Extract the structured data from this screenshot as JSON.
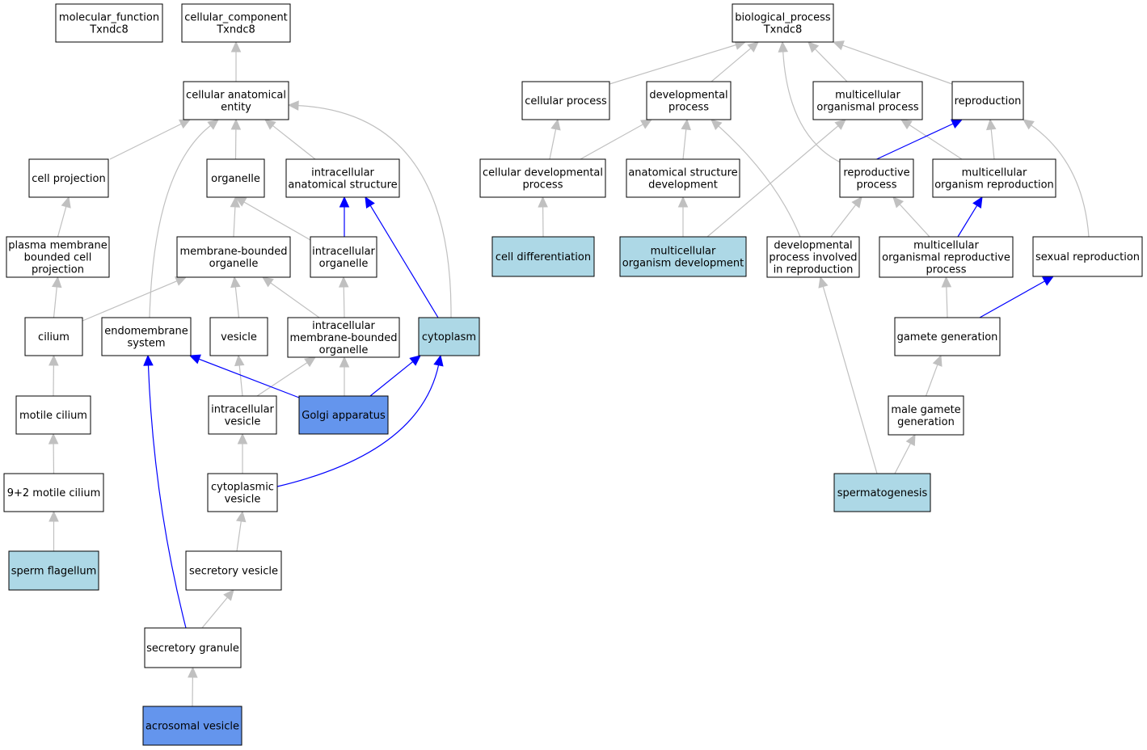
{
  "colors": {
    "edge_default": "#c0c0c0",
    "edge_highlight": "#0000ff",
    "node_default": "#ffffff",
    "node_light": "#add8e6",
    "node_dark": "#6495ed"
  },
  "nodes": [
    {
      "id": "mf",
      "lines": [
        "molecular_function",
        "Txndc8"
      ],
      "fill": "default"
    },
    {
      "id": "cc",
      "lines": [
        "cellular_component",
        "Txndc8"
      ],
      "fill": "default"
    },
    {
      "id": "cae",
      "lines": [
        "cellular anatomical",
        "entity"
      ],
      "fill": "default"
    },
    {
      "id": "cellproj",
      "lines": [
        "cell projection"
      ],
      "fill": "default"
    },
    {
      "id": "organelle",
      "lines": [
        "organelle"
      ],
      "fill": "default"
    },
    {
      "id": "ias",
      "lines": [
        "intracellular",
        "anatomical structure"
      ],
      "fill": "default"
    },
    {
      "id": "pmbcp",
      "lines": [
        "plasma membrane",
        "bounded cell",
        "projection"
      ],
      "fill": "default"
    },
    {
      "id": "mbo",
      "lines": [
        "membrane-bounded",
        "organelle"
      ],
      "fill": "default"
    },
    {
      "id": "io",
      "lines": [
        "intracellular",
        "organelle"
      ],
      "fill": "default"
    },
    {
      "id": "cilium",
      "lines": [
        "cilium"
      ],
      "fill": "default"
    },
    {
      "id": "endo",
      "lines": [
        "endomembrane",
        "system"
      ],
      "fill": "default"
    },
    {
      "id": "vesicle",
      "lines": [
        "vesicle"
      ],
      "fill": "default"
    },
    {
      "id": "imbo",
      "lines": [
        "intracellular",
        "membrane-bounded",
        "organelle"
      ],
      "fill": "default"
    },
    {
      "id": "cytoplasm",
      "lines": [
        "cytoplasm"
      ],
      "fill": "light"
    },
    {
      "id": "motile",
      "lines": [
        "motile cilium"
      ],
      "fill": "default"
    },
    {
      "id": "iv",
      "lines": [
        "intracellular",
        "vesicle"
      ],
      "fill": "default"
    },
    {
      "id": "golgi",
      "lines": [
        "Golgi apparatus"
      ],
      "fill": "dark"
    },
    {
      "id": "m92",
      "lines": [
        "9+2 motile cilium"
      ],
      "fill": "default"
    },
    {
      "id": "cv",
      "lines": [
        "cytoplasmic",
        "vesicle"
      ],
      "fill": "default"
    },
    {
      "id": "sperm_flag",
      "lines": [
        "sperm flagellum"
      ],
      "fill": "light"
    },
    {
      "id": "sv",
      "lines": [
        "secretory vesicle"
      ],
      "fill": "default"
    },
    {
      "id": "sg",
      "lines": [
        "secretory granule"
      ],
      "fill": "default"
    },
    {
      "id": "acro",
      "lines": [
        "acrosomal vesicle"
      ],
      "fill": "dark"
    },
    {
      "id": "bp",
      "lines": [
        "biological_process",
        "Txndc8"
      ],
      "fill": "default"
    },
    {
      "id": "cp",
      "lines": [
        "cellular process"
      ],
      "fill": "default"
    },
    {
      "id": "dp",
      "lines": [
        "developmental",
        "process"
      ],
      "fill": "default"
    },
    {
      "id": "mop",
      "lines": [
        "multicellular",
        "organismal process"
      ],
      "fill": "default"
    },
    {
      "id": "repro",
      "lines": [
        "reproduction"
      ],
      "fill": "default"
    },
    {
      "id": "cdp",
      "lines": [
        "cellular developmental",
        "process"
      ],
      "fill": "default"
    },
    {
      "id": "asd",
      "lines": [
        "anatomical structure",
        "development"
      ],
      "fill": "default"
    },
    {
      "id": "rp",
      "lines": [
        "reproductive",
        "process"
      ],
      "fill": "default"
    },
    {
      "id": "mor",
      "lines": [
        "multicellular",
        "organism reproduction"
      ],
      "fill": "default"
    },
    {
      "id": "celldiff",
      "lines": [
        "cell differentiation"
      ],
      "fill": "light"
    },
    {
      "id": "mod",
      "lines": [
        "multicellular",
        "organism development"
      ],
      "fill": "light"
    },
    {
      "id": "dpir",
      "lines": [
        "developmental",
        "process involved",
        "in reproduction"
      ],
      "fill": "default"
    },
    {
      "id": "morp",
      "lines": [
        "multicellular",
        "organismal reproductive",
        "process"
      ],
      "fill": "default"
    },
    {
      "id": "sexrep",
      "lines": [
        "sexual reproduction"
      ],
      "fill": "default"
    },
    {
      "id": "gamgen",
      "lines": [
        "gamete generation"
      ],
      "fill": "default"
    },
    {
      "id": "mgg",
      "lines": [
        "male gamete",
        "generation"
      ],
      "fill": "default"
    },
    {
      "id": "spermato",
      "lines": [
        "spermatogenesis"
      ],
      "fill": "light"
    }
  ],
  "edges": [
    {
      "from": "cae",
      "to": "cc",
      "hl": false
    },
    {
      "from": "cellproj",
      "to": "cae",
      "hl": false
    },
    {
      "from": "organelle",
      "to": "cae",
      "hl": false
    },
    {
      "from": "ias",
      "to": "cae",
      "hl": false
    },
    {
      "from": "endo",
      "to": "cae",
      "hl": false
    },
    {
      "from": "cytoplasm",
      "to": "cae",
      "hl": false
    },
    {
      "from": "pmbcp",
      "to": "cellproj",
      "hl": false
    },
    {
      "from": "mbo",
      "to": "organelle",
      "hl": false
    },
    {
      "from": "io",
      "to": "organelle",
      "hl": false
    },
    {
      "from": "io",
      "to": "ias",
      "hl": true
    },
    {
      "from": "cytoplasm",
      "to": "ias",
      "hl": true
    },
    {
      "from": "cilium",
      "to": "pmbcp",
      "hl": false
    },
    {
      "from": "cilium",
      "to": "mbo",
      "hl": false
    },
    {
      "from": "vesicle",
      "to": "mbo",
      "hl": false
    },
    {
      "from": "imbo",
      "to": "mbo",
      "hl": false
    },
    {
      "from": "imbo",
      "to": "io",
      "hl": false
    },
    {
      "from": "motile",
      "to": "cilium",
      "hl": false
    },
    {
      "from": "iv",
      "to": "vesicle",
      "hl": false
    },
    {
      "from": "iv",
      "to": "imbo",
      "hl": false
    },
    {
      "from": "golgi",
      "to": "imbo",
      "hl": false
    },
    {
      "from": "golgi",
      "to": "endo",
      "hl": true
    },
    {
      "from": "golgi",
      "to": "cytoplasm",
      "hl": true
    },
    {
      "from": "cv",
      "to": "cytoplasm",
      "hl": true
    },
    {
      "from": "m92",
      "to": "motile",
      "hl": false
    },
    {
      "from": "cv",
      "to": "iv",
      "hl": false
    },
    {
      "from": "sperm_flag",
      "to": "m92",
      "hl": false
    },
    {
      "from": "sv",
      "to": "cv",
      "hl": false
    },
    {
      "from": "sg",
      "to": "sv",
      "hl": false
    },
    {
      "from": "sg",
      "to": "endo",
      "hl": true
    },
    {
      "from": "acro",
      "to": "sg",
      "hl": false
    },
    {
      "from": "cp",
      "to": "bp",
      "hl": false
    },
    {
      "from": "dp",
      "to": "bp",
      "hl": false
    },
    {
      "from": "mop",
      "to": "bp",
      "hl": false
    },
    {
      "from": "repro",
      "to": "bp",
      "hl": false
    },
    {
      "from": "rp",
      "to": "bp",
      "hl": false
    },
    {
      "from": "cdp",
      "to": "cp",
      "hl": false
    },
    {
      "from": "cdp",
      "to": "dp",
      "hl": false
    },
    {
      "from": "asd",
      "to": "dp",
      "hl": false
    },
    {
      "from": "dpir",
      "to": "dp",
      "hl": false
    },
    {
      "from": "mod",
      "to": "mop",
      "hl": false
    },
    {
      "from": "mor",
      "to": "mop",
      "hl": false
    },
    {
      "from": "rp",
      "to": "repro",
      "hl": true
    },
    {
      "from": "mor",
      "to": "repro",
      "hl": false
    },
    {
      "from": "sexrep",
      "to": "repro",
      "hl": false
    },
    {
      "from": "celldiff",
      "to": "cdp",
      "hl": false
    },
    {
      "from": "mod",
      "to": "asd",
      "hl": false
    },
    {
      "from": "dpir",
      "to": "rp",
      "hl": false
    },
    {
      "from": "morp",
      "to": "rp",
      "hl": false
    },
    {
      "from": "morp",
      "to": "mor",
      "hl": true
    },
    {
      "from": "gamgen",
      "to": "morp",
      "hl": false
    },
    {
      "from": "gamgen",
      "to": "sexrep",
      "hl": true
    },
    {
      "from": "mgg",
      "to": "gamgen",
      "hl": false
    },
    {
      "from": "spermato",
      "to": "mgg",
      "hl": false
    },
    {
      "from": "spermato",
      "to": "dpir",
      "hl": false
    }
  ]
}
